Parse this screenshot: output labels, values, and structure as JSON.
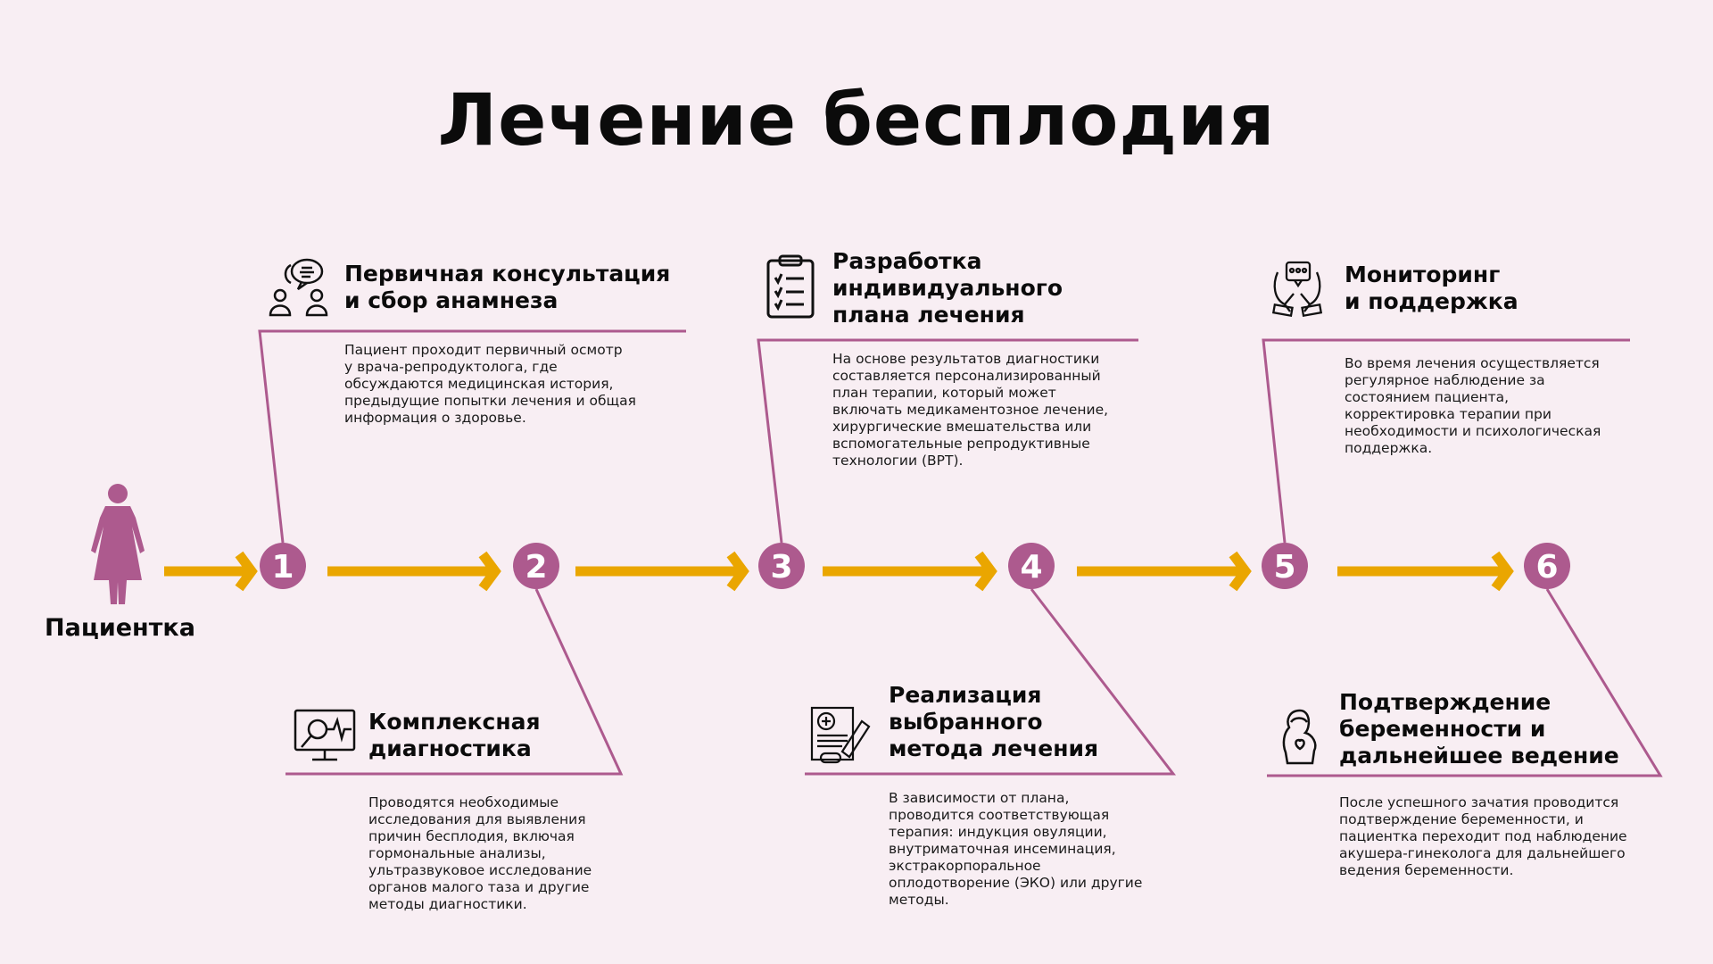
{
  "title": "Лечение бесплодия",
  "patient_label": "Пациентка",
  "colors": {
    "background": "#f8eef3",
    "accent": "#ad5a8e",
    "arrow": "#eaa600"
  },
  "steps": [
    {
      "number": "1",
      "icon": "consultation-icon",
      "heading": [
        "Первичная консультация",
        "и сбор анамнеза"
      ],
      "body": [
        "Пациент проходит первичный осмотр",
        "у врача-репродуктолога, где",
        "обсуждаются медицинская история,",
        "предыдущие попытки лечения и общая",
        "информация о здоровье."
      ]
    },
    {
      "number": "2",
      "icon": "diagnostics-monitor-icon",
      "heading": [
        "Комплексная",
        "диагностика"
      ],
      "body": [
        "Проводятся необходимые",
        "исследования для выявления",
        "причин бесплодия, включая",
        "гормональные анализы,",
        "ультразвуковое исследование",
        "органов малого таза и другие",
        "методы диагностики."
      ]
    },
    {
      "number": "3",
      "icon": "checklist-clipboard-icon",
      "heading": [
        "Разработка",
        "индивидуального",
        "плана лечения"
      ],
      "body": [
        "На основе результатов диагностики",
        "составляется персонализированный",
        "план терапии, который может",
        "включать медикаментозное лечение,",
        "хирургические вмешательства или",
        "вспомогательные репродуктивные",
        "технологии (ВРТ)."
      ]
    },
    {
      "number": "4",
      "icon": "prescription-pills-icon",
      "heading": [
        "Реализация",
        "выбранного",
        "метода лечения"
      ],
      "body": [
        "В зависимости от плана,",
        "проводится соответствующая",
        "терапия: индукция овуляции,",
        "внутриматочная инсеминация,",
        "экстракорпоральное",
        "оплодотворение (ЭКО) или другие",
        "методы."
      ]
    },
    {
      "number": "5",
      "icon": "support-hands-icon",
      "heading": [
        "Мониторинг",
        "и поддержка"
      ],
      "body": [
        "Во время лечения осуществляется",
        "регулярное наблюдение за",
        "состоянием пациента,",
        "корректировка терапии при",
        "необходимости и психологическая",
        "поддержка."
      ]
    },
    {
      "number": "6",
      "icon": "pregnant-woman-icon",
      "heading": [
        "Подтверждение",
        "беременности и",
        "дальнейшее ведение"
      ],
      "body": [
        "После успешного зачатия проводится",
        "подтверждение беременности, и",
        "пациентка переходит под наблюдение",
        "акушера-гинеколога для дальнейшего",
        "ведения беременности."
      ]
    }
  ]
}
